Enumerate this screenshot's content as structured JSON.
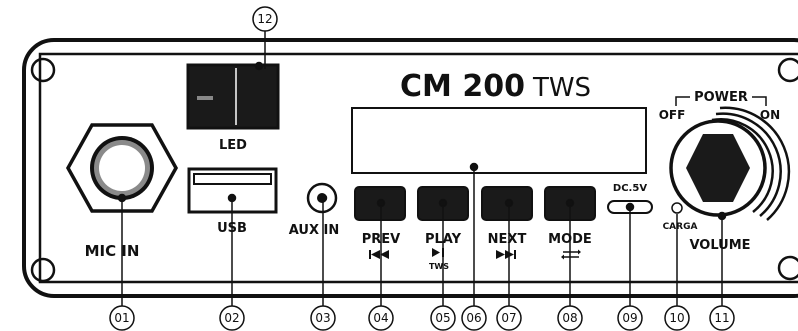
{
  "panel": {
    "model": "CM 200",
    "model_suffix": "TWS",
    "power_label": "POWER",
    "power_off": "OFF",
    "power_on": "ON"
  },
  "controls": {
    "led_label": "LED",
    "usb_label": "USB",
    "mic_label": "MIC IN",
    "aux_label": "AUX IN",
    "prev_label": "PREV",
    "play_label": "PLAY",
    "play_sub": "TWS",
    "next_label": "NEXT",
    "mode_label": "MODE",
    "dc_label": "DC.5V",
    "carga_label": "CARGA",
    "volume_label": "VOLUME"
  },
  "callouts": [
    "01",
    "02",
    "03",
    "04",
    "05",
    "06",
    "07",
    "08",
    "09",
    "10",
    "11",
    "12"
  ],
  "icons": {
    "prev": "prev-track-icon",
    "play": "play-pause-icon",
    "next": "next-track-icon",
    "mode": "mode-switch-icon"
  }
}
